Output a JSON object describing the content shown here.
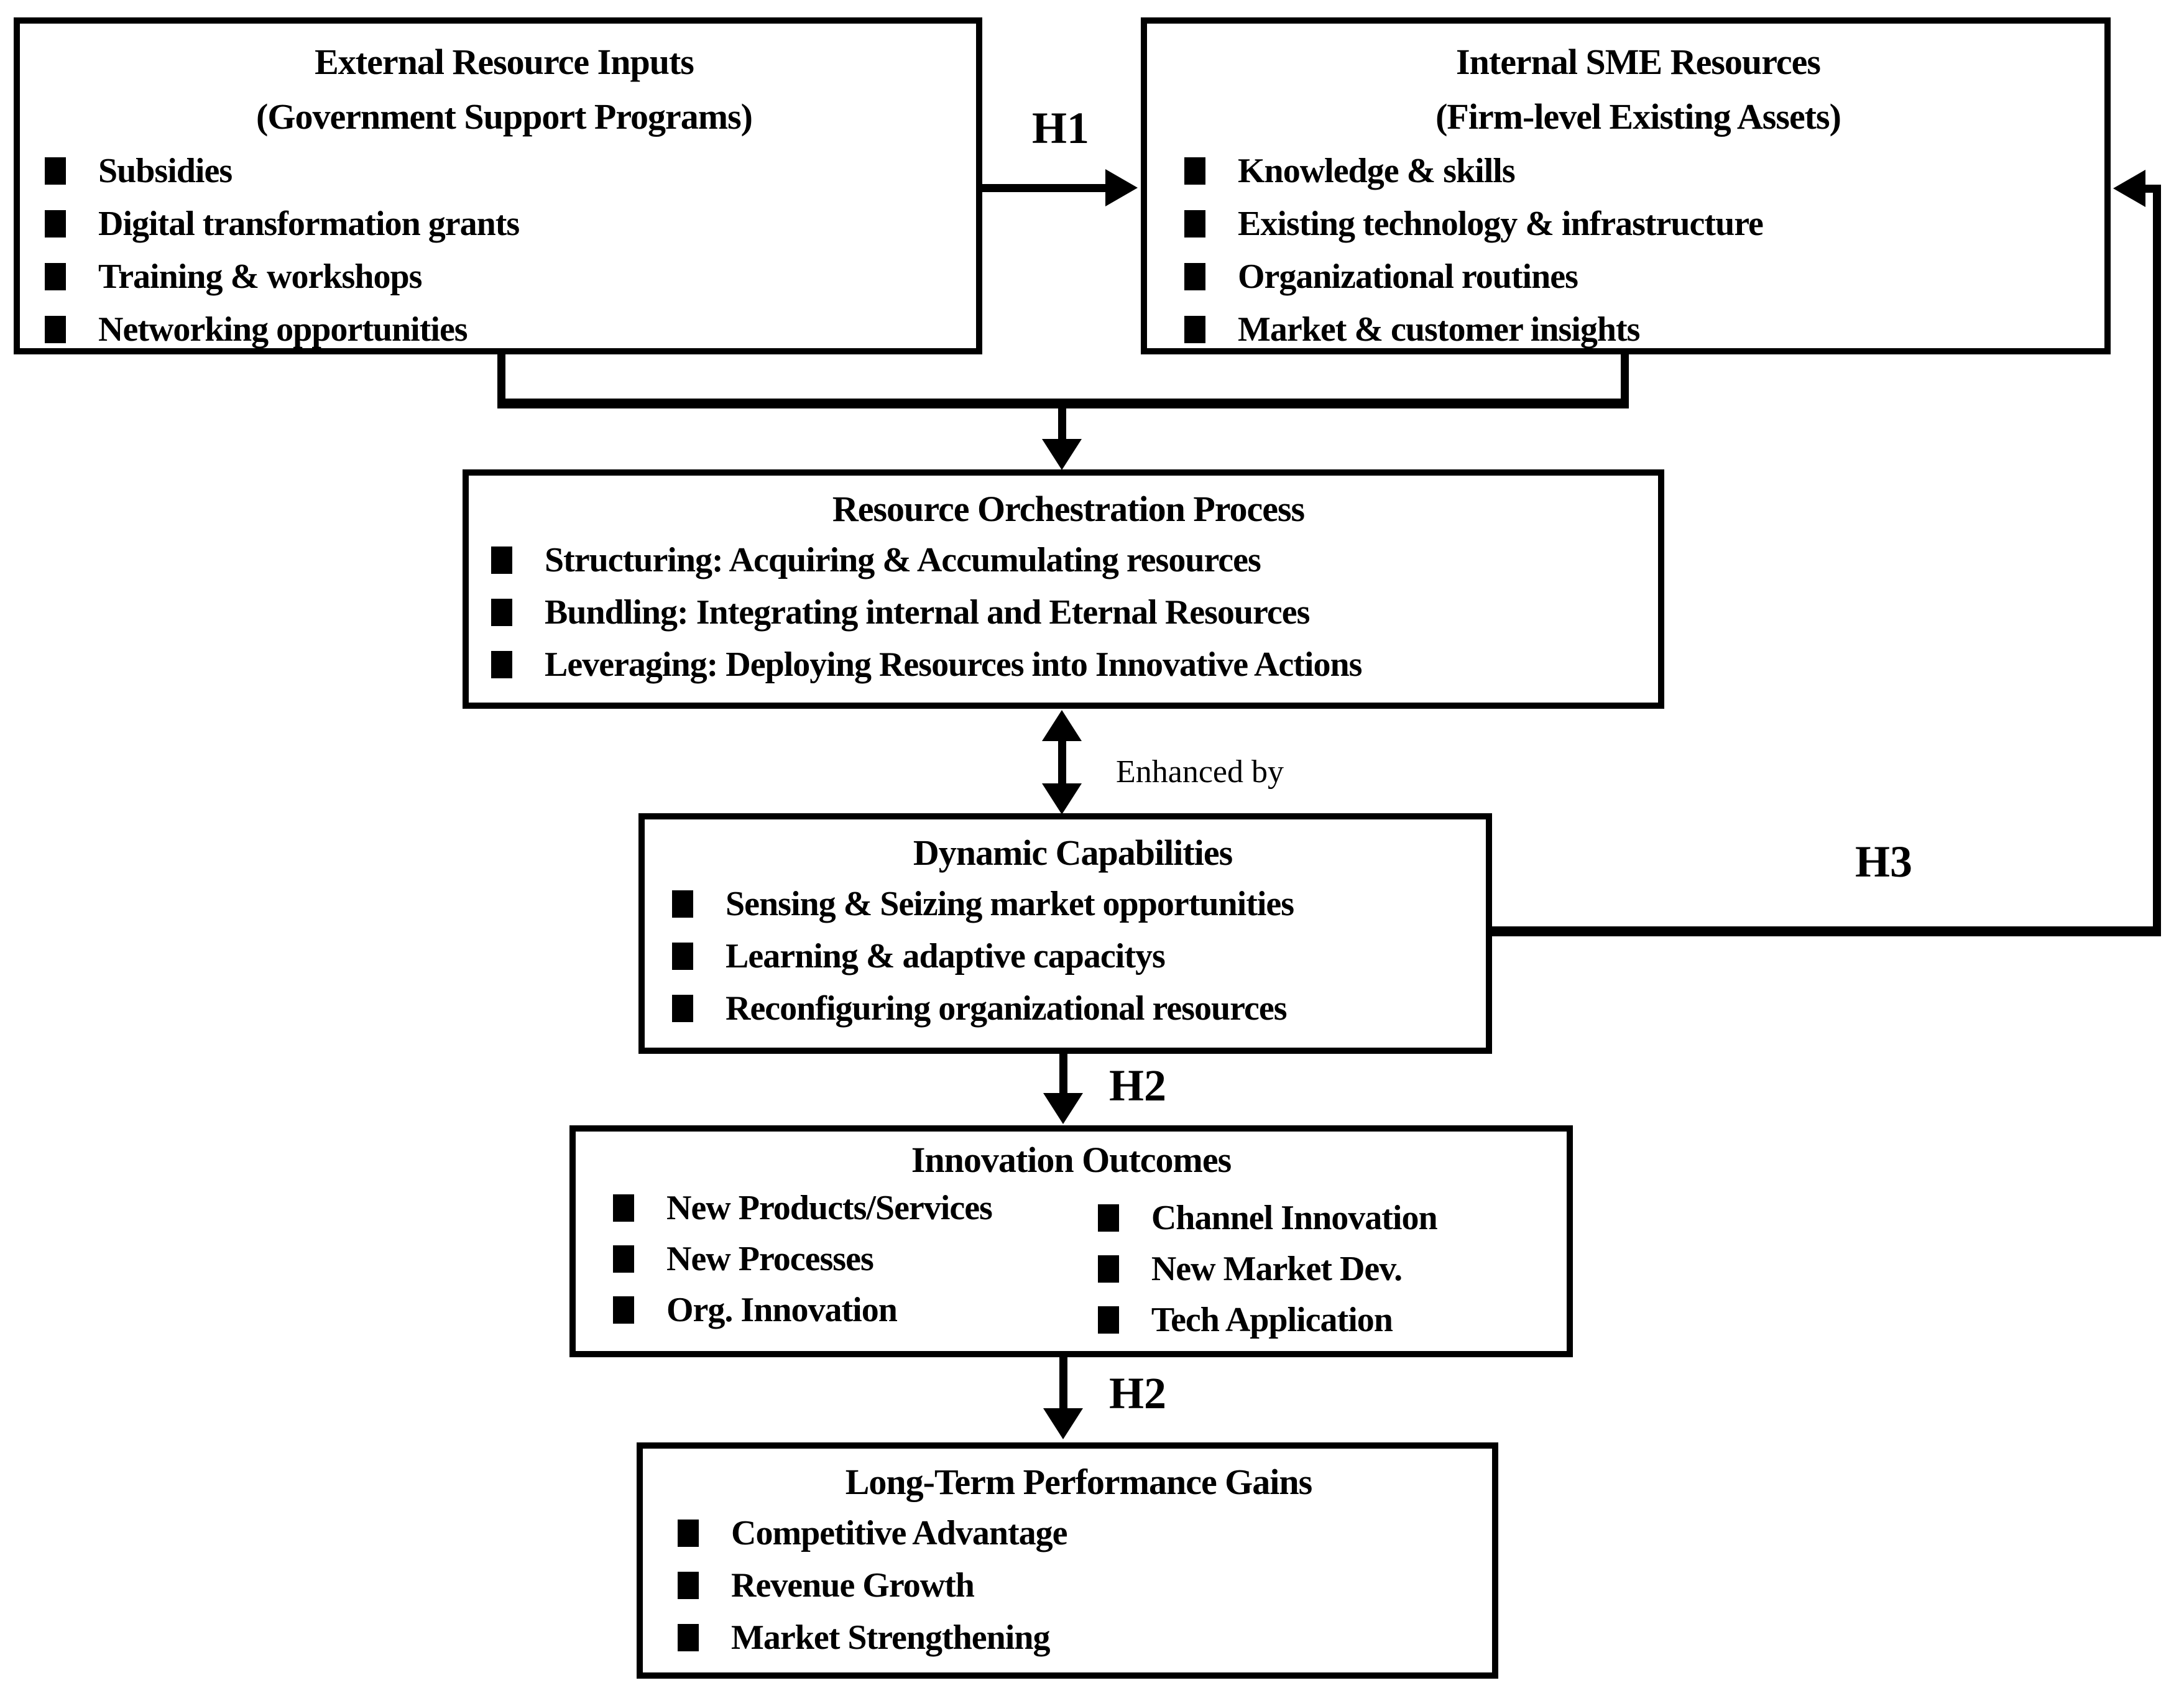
{
  "boxes": {
    "external": {
      "title1": "External Resource Inputs",
      "title2": "(Government Support Programs)",
      "items": [
        "Subsidies",
        "Digital transformation grants",
        "Training & workshops",
        "Networking opportunities"
      ]
    },
    "internal": {
      "title1": "Internal SME Resources",
      "title2": "(Firm-level Existing Assets)",
      "items": [
        "Knowledge & skills",
        "Existing technology & infrastructure",
        "Organizational routines",
        "Market & customer insights"
      ]
    },
    "orchestration": {
      "title": "Resource Orchestration Process",
      "items": [
        "Structuring: Acquiring & Accumulating resources",
        "Bundling: Integrating internal and Eternal Resources",
        "Leveraging: Deploying Resources into Innovative Actions"
      ]
    },
    "dynamic": {
      "title": "Dynamic Capabilities",
      "items": [
        "Sensing & Seizing market opportunities",
        "Learning & adaptive capacitys",
        "Reconfiguring organizational resources"
      ]
    },
    "innovation": {
      "title": "Innovation Outcomes",
      "items_left": [
        "New Products/Services",
        "New Processes",
        "Org. Innovation"
      ],
      "items_right": [
        "Channel Innovation",
        "New Market Dev.",
        "Tech Application"
      ]
    },
    "performance": {
      "title": "Long-Term Performance Gains",
      "items": [
        "Competitive Advantage",
        "Revenue Growth",
        "Market Strengthening"
      ]
    }
  },
  "labels": {
    "h1": "H1",
    "h2_upper": "H2",
    "h2_lower": "H2",
    "h3": "H3",
    "enhanced_by": "Enhanced by"
  },
  "colors": {
    "line": "#000000",
    "background": "#ffffff",
    "text": "#000000"
  }
}
